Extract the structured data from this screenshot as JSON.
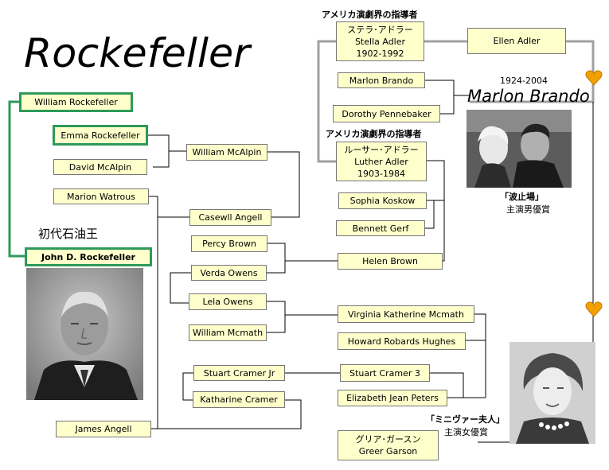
{
  "title": "Rockefeller",
  "headings": {
    "adler_top": "アメリカ演劇界の指導者",
    "adler_mid": "アメリカ演劇界の指導者"
  },
  "jd_caption": "初代石油王",
  "brando": {
    "years": "1924-2004",
    "name": "Marlon Brando",
    "film": "「波止場」",
    "award": "主演男優賞"
  },
  "garson": {
    "film": "「ミニヴァー夫人」",
    "award": "主演女優賞"
  },
  "people": {
    "william_rockefeller": "William Rockefeller",
    "emma_rockefeller": "Emma Rockefeller",
    "david_mcalpin": "David McAlpin",
    "william_mcalpin": "William McAlpin",
    "marion_watrous": "Marion Watrous",
    "casewll_angell": "Casewll  Angell",
    "jd_rockefeller": "John D. Rockefeller",
    "percy_brown": "Percy Brown",
    "verda_owens": "Verda Owens",
    "lela_owens": "Lela Owens",
    "william_mcmath": "William Mcmath",
    "stuart_cramer_jr": "Stuart Cramer Jr",
    "katharine_cramer": "Katharine Cramer",
    "james_angell": "James Angell",
    "stella_jp": "ステラ･アドラー",
    "stella_en": "Stella Adler",
    "stella_years": "1902-1992",
    "ellen_adler": "Ellen Adler",
    "marlon_brando": "Marlon Brando",
    "dorothy_pennebaker": "Dorothy Pennebaker",
    "luther_jp": "ルーサー･アドラー",
    "luther_en": "Luther Adler",
    "luther_years": "1903-1984",
    "sophia_koskow": "Sophia Koskow",
    "bennett_gerf": "Bennett Gerf",
    "helen_brown": "Helen Brown",
    "virginia_mcmath": "Virginia  Katherine Mcmath",
    "howard_hughes": "Howard Robards Hughes",
    "stuart_cramer_3": "Stuart Cramer 3",
    "elizabeth_peters": "Elizabeth Jean Peters",
    "garson_jp": "グリア･ガースン",
    "garson_en": "Greer Garson"
  },
  "colors": {
    "box_fill": "#ffffcc",
    "highlight_border": "#2e9a5a",
    "gray_line": "#a0a0a0",
    "heart": "#f0a000"
  }
}
